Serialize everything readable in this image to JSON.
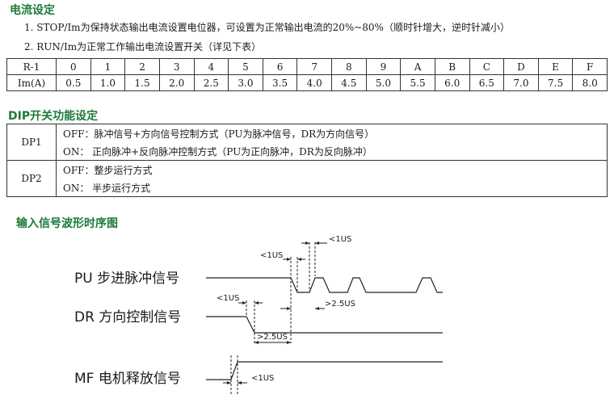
{
  "sections": {
    "current": {
      "title": "电流设定",
      "items": [
        "1. STOP/Im为保持状态输出电流设置电位器，可设置为正常输出电流的20%~80%（顺时针增大，逆时针减小）",
        "2. RUN/Im为正常工作输出电流设置开关（详见下表）"
      ],
      "table": {
        "row1_head": "R-1",
        "row2_head": "Im(A)",
        "positions": [
          "0",
          "1",
          "2",
          "3",
          "4",
          "5",
          "6",
          "7",
          "8",
          "9",
          "A",
          "B",
          "C",
          "D",
          "E",
          "F"
        ],
        "currents": [
          "0.5",
          "1.0",
          "1.5",
          "2.0",
          "2.5",
          "3.0",
          "3.5",
          "4.0",
          "4.5",
          "5.0",
          "5.5",
          "6.0",
          "6.5",
          "7.0",
          "7.5",
          "8.0"
        ]
      }
    },
    "dip": {
      "title": "DIP开关功能设定",
      "rows": [
        {
          "name": "DP1",
          "off": "OFF：脉冲信号+方向信号控制方式（PU为脉冲信号，DR为方向信号）",
          "on": "ON：  正向脉冲+反向脉冲控制方式（PU为正向脉冲，DR为反向脉冲）"
        },
        {
          "name": "DP2",
          "off": "OFF：整步运行方式",
          "on": "ON：  半步运行方式"
        }
      ]
    },
    "timing": {
      "title": "输入信号波形时序图",
      "signals": {
        "pu": "PU  步进脉冲信号",
        "dr": "DR  方向控制信号",
        "mf": "MF  电机释放信号"
      },
      "annotations": {
        "pu_a": "<1US",
        "pu_b": "<1US",
        "dr_a": "<1US",
        "dr_b": ">2.5US",
        "dr_c": ">2.5US",
        "mf_a": "<1US"
      }
    }
  }
}
